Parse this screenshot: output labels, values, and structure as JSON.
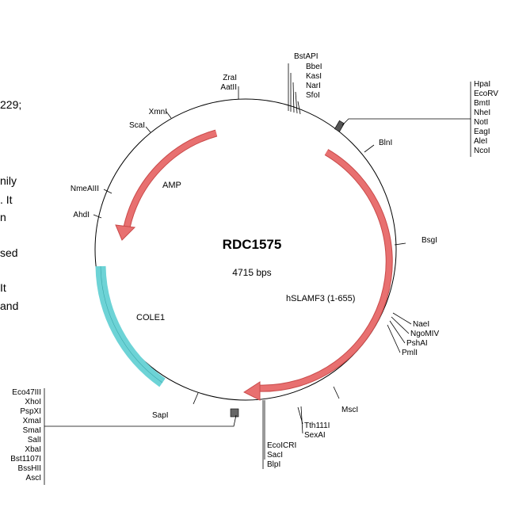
{
  "plasmid": {
    "name": "RDC1575",
    "size": "4715 bps"
  },
  "side_text": [
    "229;",
    "nily",
    ". It",
    "n",
    "sed",
    "It",
    "and"
  ],
  "features": [
    {
      "name": "AMP",
      "color": "#e87070"
    },
    {
      "name": "COLE1",
      "color": "#6dd3d6"
    },
    {
      "name": "hSLAMF3 (1-655)",
      "color": "#e87070"
    }
  ],
  "sites": {
    "zra_aatii": [
      "ZraI",
      "AatII"
    ],
    "bstapi_group": [
      "BstAPI",
      "BbeI",
      "KasI",
      "NarI",
      "SfoI"
    ],
    "hpai_group": [
      "HpaI",
      "EcoRV",
      "BmtI",
      "NheI",
      "NotI",
      "EagI",
      "AleI",
      "NcoI"
    ],
    "blni": "BlnI",
    "bsgi": "BsgI",
    "naei_group": [
      "NaeI",
      "NgoMIV",
      "PshAI",
      "PmlI"
    ],
    "msci": "MscI",
    "tth_group": [
      "Tth111I",
      "SexAI"
    ],
    "ecoicri_group": [
      "EcoICRI",
      "SacI",
      "BlpI"
    ],
    "sapi": "SapI",
    "eco47_group": [
      "Eco47III",
      "XhoI",
      "PspXI",
      "XmaI",
      "SmaI",
      "SalI",
      "XbaI",
      "Bst1107I",
      "BssHII",
      "AscI"
    ],
    "ahdi": "AhdI",
    "nmeaiii": "NmeAIII",
    "scai": "ScaI",
    "xmni": "XmnI"
  }
}
